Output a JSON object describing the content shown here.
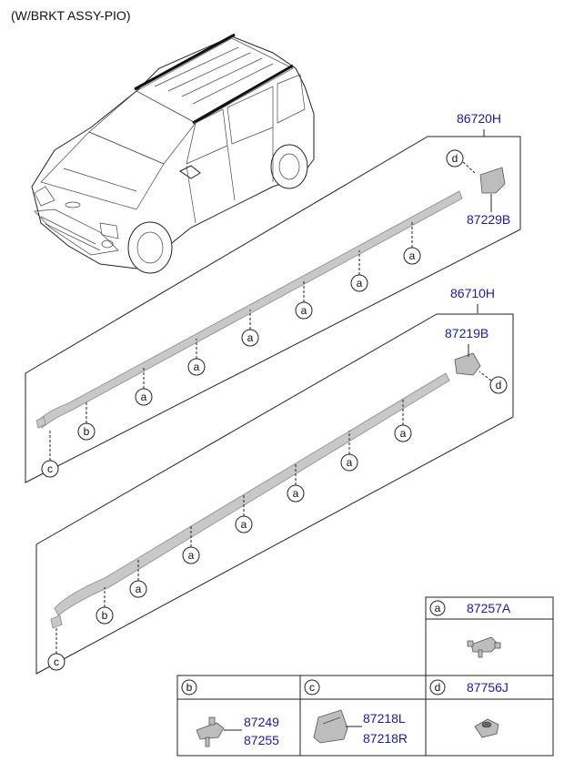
{
  "header": {
    "title": "(W/BRKT ASSY-PIO)"
  },
  "assemblies": {
    "upper": {
      "part": "86720H",
      "cap_part": "87229B"
    },
    "lower": {
      "part": "86710H",
      "cap_part": "87219B"
    }
  },
  "callouts": {
    "a": "a",
    "b": "b",
    "c": "c",
    "d": "d"
  },
  "legend": {
    "a": {
      "letter": "a",
      "part": "87257A"
    },
    "b": {
      "letter": "b",
      "parts": [
        "87249",
        "87255"
      ]
    },
    "c": {
      "letter": "c",
      "parts": [
        "87218L",
        "87218R"
      ]
    },
    "d": {
      "letter": "d",
      "part": "87756J"
    }
  },
  "colors": {
    "part_number": "#1a1aa8",
    "text": "#111111",
    "rail": "#c8c8c8"
  }
}
